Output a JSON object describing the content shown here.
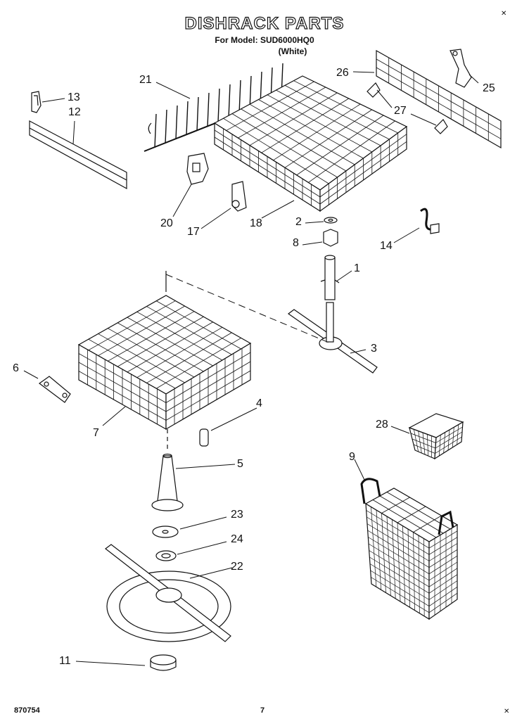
{
  "header": {
    "title": "DISHRACK PARTS",
    "model_line": "For Model: SUD6000HQ0",
    "color_line": "(White)"
  },
  "callouts": [
    "13",
    "12",
    "21",
    "26",
    "25",
    "27",
    "20",
    "17",
    "18",
    "2",
    "8",
    "14",
    "1",
    "3",
    "6",
    "7",
    "4",
    "5",
    "23",
    "24",
    "22",
    "28",
    "9",
    "11"
  ],
  "footer": {
    "doc_number": "870754",
    "page_number": "7"
  }
}
